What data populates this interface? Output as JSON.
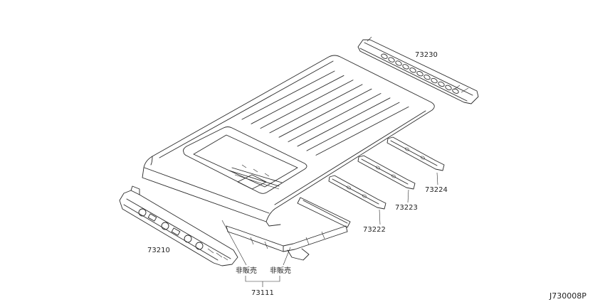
{
  "diagram": {
    "callouts": [
      "73230",
      "73224",
      "73223",
      "73222",
      "73210",
      "73111"
    ],
    "notes": [
      "非販売",
      "非販売"
    ],
    "figure_code": "J730008P"
  },
  "colors": {
    "line": "#2a2a2a",
    "background": "#ffffff"
  }
}
